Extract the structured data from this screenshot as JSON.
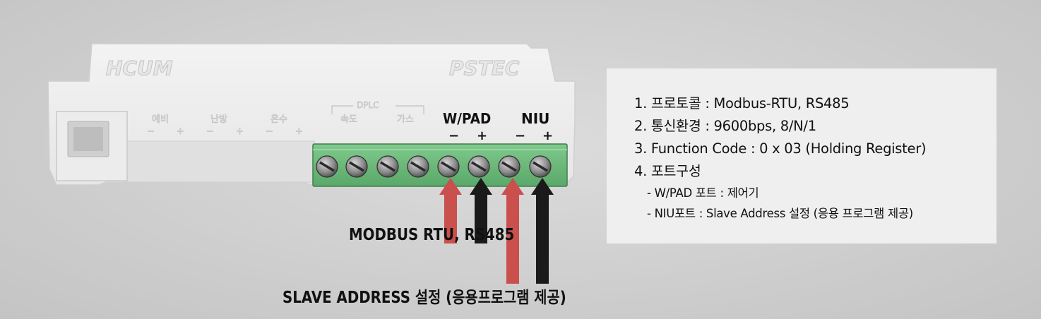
{
  "device": {
    "brand_left": "HCUM",
    "brand_right": "PSTEC",
    "terminal_groups": [
      {
        "label": "예비",
        "polarity": [
          "−",
          "+"
        ]
      },
      {
        "label": "난방",
        "polarity": [
          "−",
          "+"
        ]
      },
      {
        "label": "온수",
        "polarity": [
          "−",
          "+"
        ]
      }
    ],
    "dplc_label": "DPLC",
    "dplc_sub": [
      "속도",
      "가스"
    ],
    "port_wpad_label": "W/PAD",
    "port_niu_label": "NIU",
    "port_polarity": [
      "−",
      "+",
      "−",
      "+"
    ]
  },
  "callouts": {
    "modbus": "MODBUS RTU, RS485",
    "slave": "SLAVE ADDRESS 설정 (응용프로그램 제공)"
  },
  "arrows": {
    "red": "#c9504c",
    "black": "#1a1a1a"
  },
  "spec_panel": {
    "lines": [
      "1. 프로토콜 : Modbus-RTU, RS485",
      "2. 통신환경 : 9600bps, 8/N/1",
      "3. Function Code : 0 x 03 (Holding Register)",
      "4. 포트구성"
    ],
    "sub_lines": [
      "- W/PAD 포트 : 제어기",
      "- NIU포트 : Slave Address 설정 (응용 프로그램 제공)"
    ]
  }
}
